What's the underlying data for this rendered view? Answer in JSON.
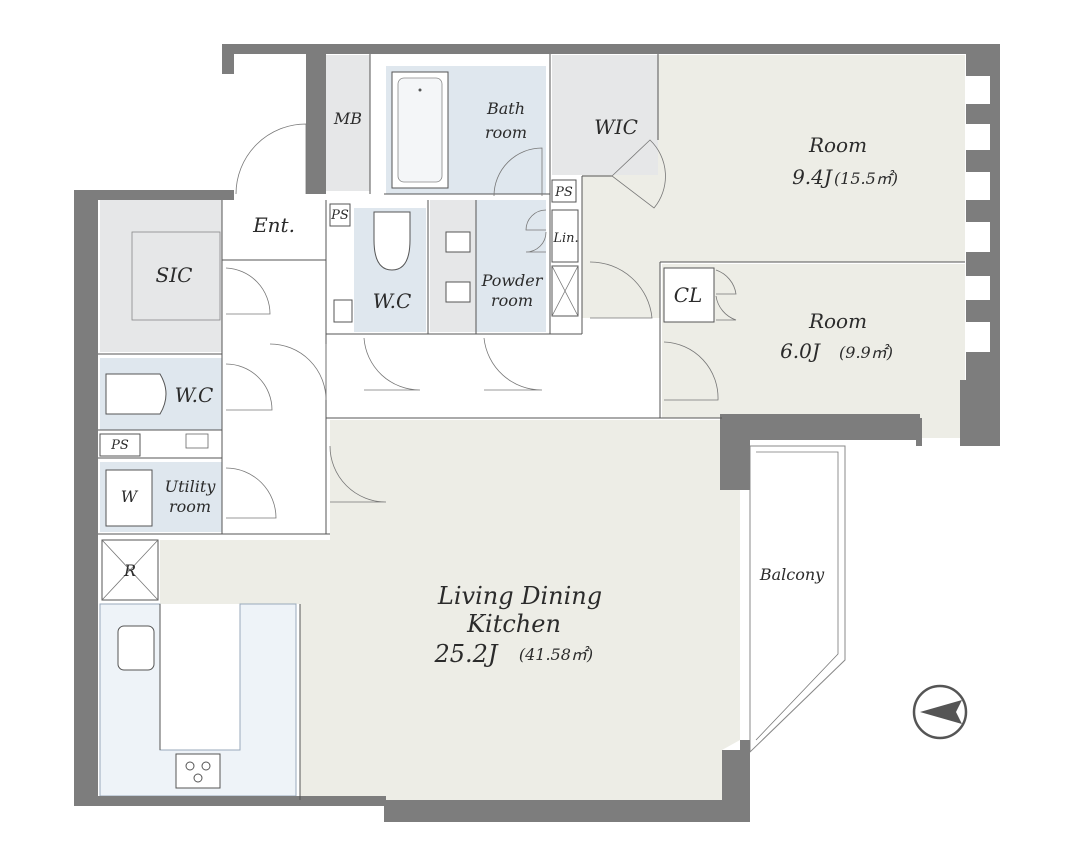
{
  "rooms": {
    "mb": "MB",
    "bath": [
      "Bath",
      "room"
    ],
    "wic": "WIC",
    "room1": {
      "name": "Room",
      "size": "9.4J",
      "area": "(15.5㎡)"
    },
    "ent": "Ent.",
    "ps_upper": "PS",
    "ps_mid": "PS",
    "ps_left": "PS",
    "lin": "Lin.",
    "sic": "SIC",
    "wc1": "W.C",
    "powder": [
      "Powder",
      "room"
    ],
    "cl": "CL",
    "room2": {
      "name": "Room",
      "size": "6.0J",
      "area": "(9.9㎡)"
    },
    "wc2": "W.C",
    "washer": "W",
    "utility": [
      "Utility",
      "room"
    ],
    "fridge": "R",
    "ldk": {
      "name1": "Living Dining",
      "name2": "Kitchen",
      "size": "25.2J",
      "area": "(41.58㎡)"
    },
    "balcony": "Balcony"
  },
  "colors": {
    "wall": "#7d7d7d",
    "living_floor": "#ededE6",
    "service_floor": "#e6e7e8",
    "wet_floor": "#dfe7ee",
    "kitchen_floor": "#eef3f8"
  },
  "compass": {
    "icon": "north-arrow-icon",
    "direction": "west"
  }
}
